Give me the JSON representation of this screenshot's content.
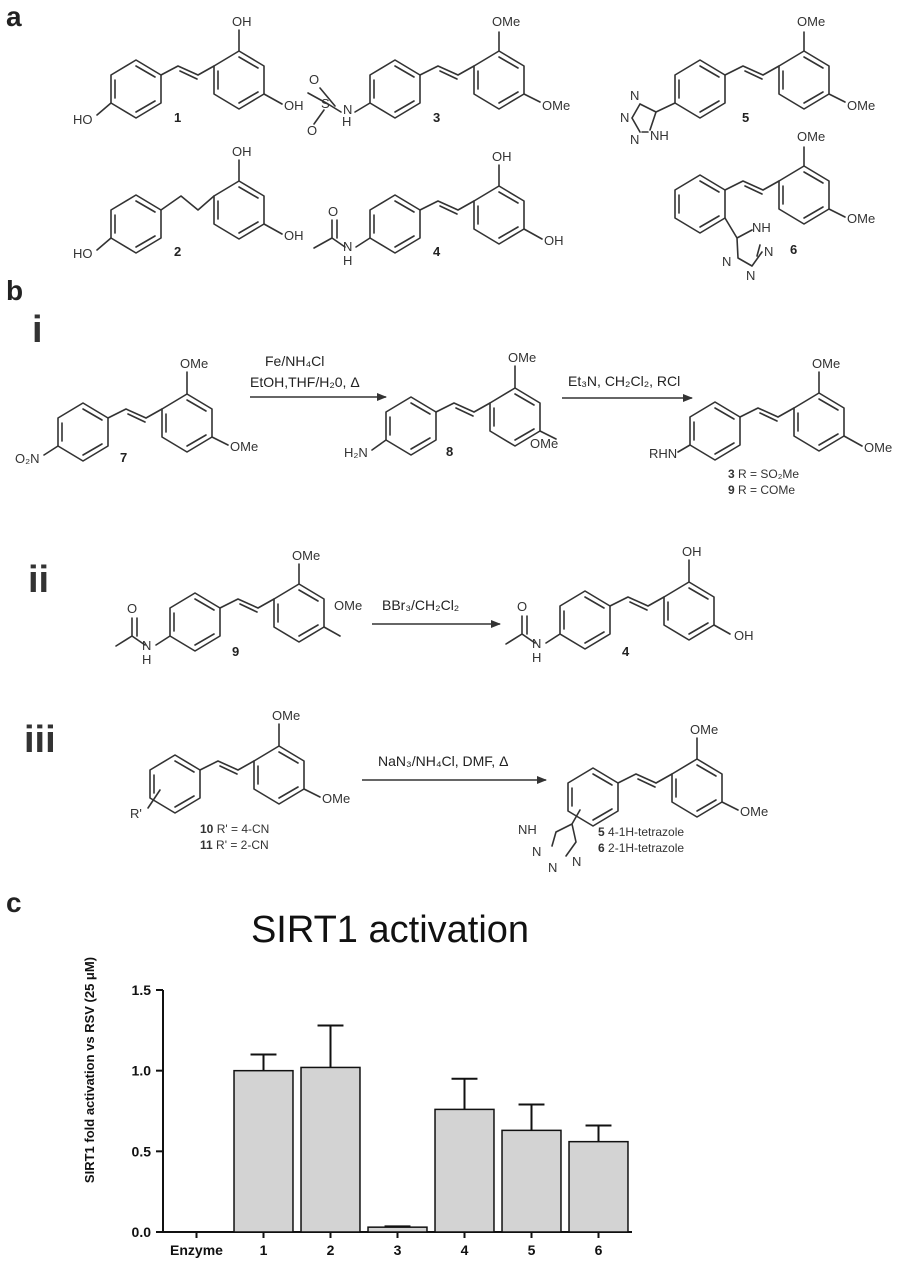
{
  "panel_labels": {
    "a": "a",
    "b": "b",
    "c": "c"
  },
  "scheme_labels": {
    "i": "i",
    "ii": "ii",
    "iii": "iii"
  },
  "atoms": {
    "oh": "OH",
    "ho": "HO",
    "ome": "OMe",
    "h": "H",
    "n": "N",
    "nh": "NH",
    "o": "O",
    "s": "S",
    "o2n": "O₂N",
    "h2n": "H₂N",
    "rhn": "RHN",
    "r_prime": "R'"
  },
  "compounds": {
    "c1": "1",
    "c2": "2",
    "c3": "3",
    "c4": "4",
    "c5": "5",
    "c6": "6",
    "c7": "7",
    "c8": "8",
    "c9": "9"
  },
  "reactions": {
    "step1_line1": "Fe/NH₄Cl",
    "step1_line2": "EtOH,THF/H₂0, Δ",
    "step2": "Et₃N, CH₂Cl₂, RCl",
    "step3": "BBr₃/CH₂Cl₂",
    "step4": "NaN₃/NH₄Cl, DMF, Δ"
  },
  "notes": {
    "r3_num": "3",
    "r3_text": " R = SO₂Me",
    "r9_num": "9",
    "r9_text": " R = COMe",
    "r10_num": "10",
    "r10_text": " R' = 4-CN",
    "r11_num": "11",
    "r11_text": " R' = 2-CN",
    "t5_num": "5",
    "t5_text": " 4-1H-tetrazole",
    "t6_num": "6",
    "t6_text": " 2-1H-tetrazole"
  },
  "chart_data": {
    "type": "bar",
    "title": "SIRT1 activation",
    "ylabel": "SIRT1 fold activation vs RSV (25 μM)",
    "xlabel": "",
    "categories": [
      "Enzyme",
      "1",
      "2",
      "3",
      "4",
      "5",
      "6"
    ],
    "values": [
      0,
      1.0,
      1.02,
      0.03,
      0.76,
      0.63,
      0.56
    ],
    "errors": [
      0,
      0.1,
      0.26,
      0.005,
      0.19,
      0.16,
      0.1
    ],
    "yticks": [
      "0.0",
      "0.5",
      "1.0",
      "1.5"
    ],
    "ylim": [
      0,
      1.5
    ],
    "grid": false
  }
}
